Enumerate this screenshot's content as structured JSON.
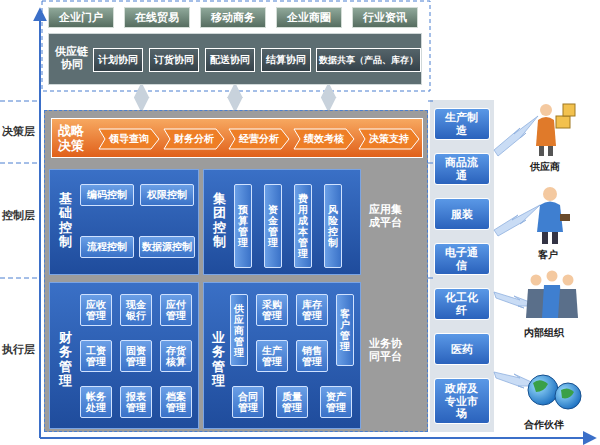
{
  "diagram": {
    "nodes": [
      {
        "text": [
          "企业门户"
        ]
      },
      {
        "text": [
          "在线贸易"
        ]
      },
      {
        "text": [
          "移动商务"
        ]
      },
      {
        "text": [
          "企业商圈"
        ]
      },
      {
        "text": [
          "行业资讯"
        ]
      },
      {
        "text": [
          "供应链协同"
        ]
      },
      {
        "text": [
          "计划协同"
        ],
        "in": 5
      },
      {
        "text": [
          "订货协同"
        ],
        "in": 5
      },
      {
        "text": [
          "配送协同"
        ],
        "in": 5
      },
      {
        "text": [
          "结算协同"
        ],
        "in": 5
      },
      {
        "text": [
          "数据共享（产品、库存）"
        ],
        "in": 5
      },
      {
        "text": [
          "应用集成平台",
          "业务协同平台"
        ]
      },
      {
        "text": [
          "战略决策"
        ],
        "in": 11
      },
      {
        "text": [
          "领导查询"
        ],
        "in": 12
      },
      {
        "text": [
          "财务分析"
        ],
        "in": 12
      },
      {
        "text": [
          "经营分析"
        ],
        "in": 12
      },
      {
        "text": [
          "绩效考核"
        ],
        "in": 12
      },
      {
        "text": [
          "决策支持"
        ],
        "in": 12
      },
      {
        "text": [
          "基础控制"
        ],
        "in": 11
      },
      {
        "text": [
          "编码控制"
        ],
        "in": 18
      },
      {
        "text": [
          "权限控制"
        ],
        "in": 18
      },
      {
        "text": [
          "流程控制"
        ],
        "in": 18
      },
      {
        "text": [
          "数据源控制"
        ],
        "in": 18
      },
      {
        "text": [
          "集团控制"
        ],
        "in": 11
      },
      {
        "text": [
          "预算管理"
        ],
        "in": 23
      },
      {
        "text": [
          "资金管理"
        ],
        "in": 23
      },
      {
        "text": [
          "费用成本管理"
        ],
        "in": 23
      },
      {
        "text": [
          "风险控制"
        ],
        "in": 23
      },
      {
        "text": [
          "财务管理"
        ],
        "in": 11
      },
      {
        "text": [
          "应收管理"
        ],
        "in": 28
      },
      {
        "text": [
          "现金银行"
        ],
        "in": 28
      },
      {
        "text": [
          "应付管理"
        ],
        "in": 28
      },
      {
        "text": [
          "工资管理"
        ],
        "in": 28
      },
      {
        "text": [
          "固资管理"
        ],
        "in": 28
      },
      {
        "text": [
          "存货核算"
        ],
        "in": 28
      },
      {
        "text": [
          "帐务处理"
        ],
        "in": 28
      },
      {
        "text": [
          "报表管理"
        ],
        "in": 28
      },
      {
        "text": [
          "档案管理"
        ],
        "in": 28
      },
      {
        "text": [
          "业务管理"
        ],
        "in": 11
      },
      {
        "text": [
          "供应商管理"
        ],
        "in": 38
      },
      {
        "text": [
          "采购管理"
        ],
        "in": 38
      },
      {
        "text": [
          "库存管理"
        ],
        "in": 38
      },
      {
        "text": [
          "客户管理"
        ],
        "in": 38
      },
      {
        "text": [
          "生产管理"
        ],
        "in": 38
      },
      {
        "text": [
          "销售管理"
        ],
        "in": 38
      },
      {
        "text": [
          "合同管理"
        ],
        "in": 38
      },
      {
        "text": [
          "质量管理"
        ],
        "in": 38
      },
      {
        "text": [
          "资产管理"
        ],
        "in": 38
      },
      {
        "text": [
          "生产制造"
        ]
      },
      {
        "text": [
          "商品流通"
        ]
      },
      {
        "text": [
          "服装"
        ]
      },
      {
        "text": [
          "电子通信"
        ]
      },
      {
        "text": [
          "化工化纤"
        ]
      },
      {
        "text": [
          "医药"
        ]
      },
      {
        "text": [
          "政府及专业市场"
        ]
      }
    ],
    "edges": [
      {
        "from": 5,
        "to": 11,
        "arrow": "both"
      },
      {
        "from": 5,
        "to": 11,
        "arrow": "both"
      },
      {
        "from": 5,
        "to": 11,
        "arrow": "both"
      }
    ],
    "labels": [
      "决策层",
      "控制层",
      "执行层",
      "供应商",
      "客户",
      "内部组织",
      "合作伙伴"
    ]
  }
}
